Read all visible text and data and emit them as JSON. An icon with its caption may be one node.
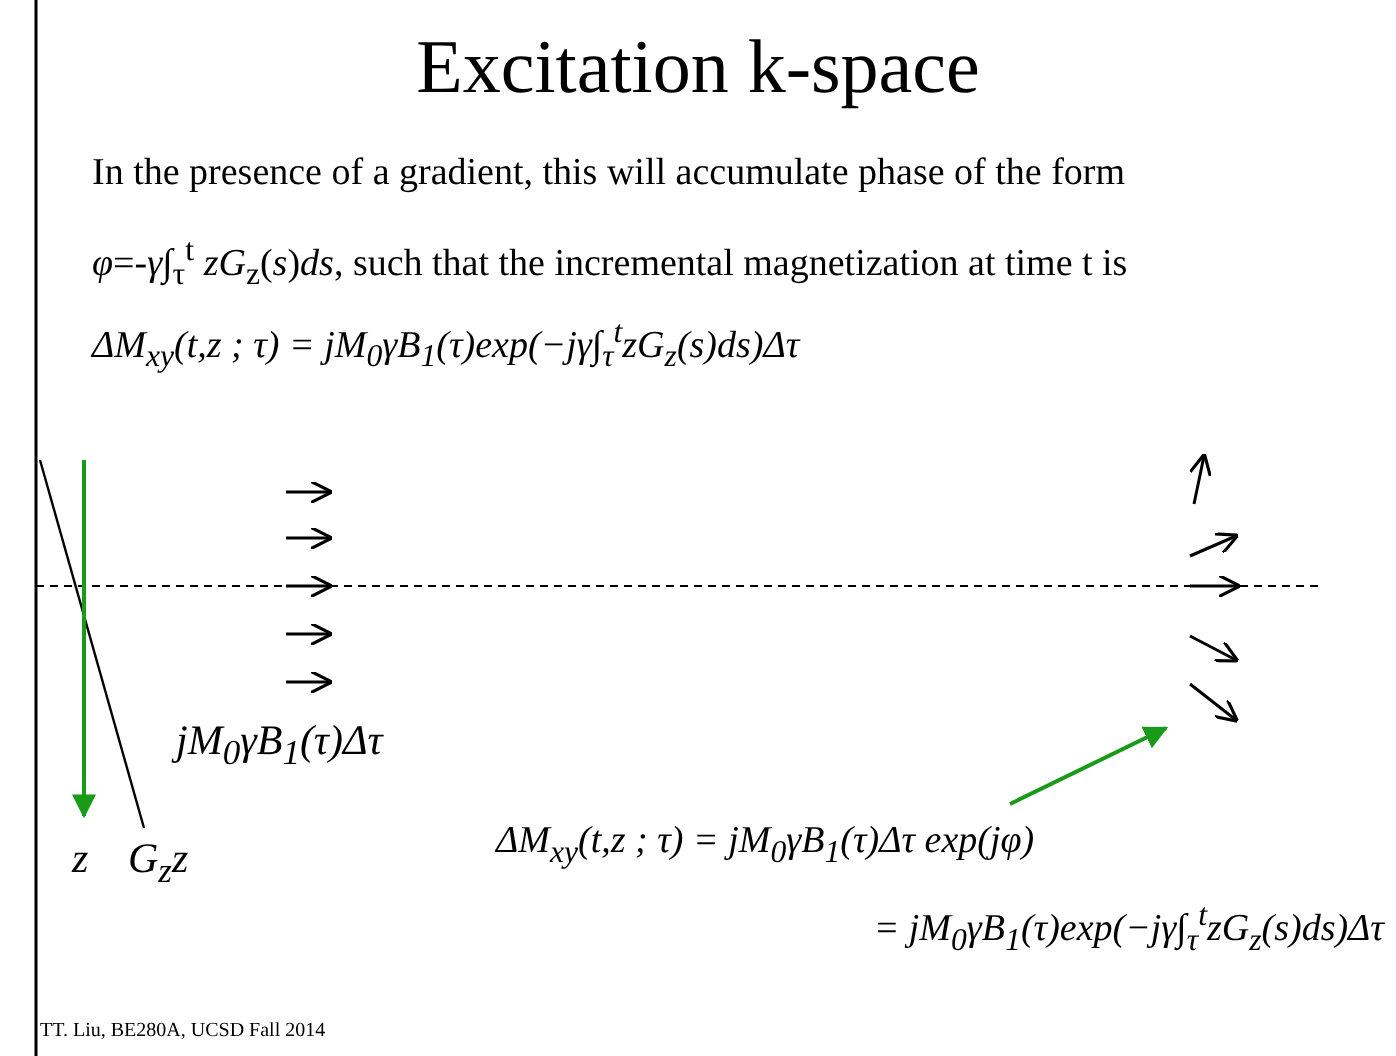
{
  "diagram": {
    "title": "Excitation k-space",
    "nodes": [
      {
        "text": [
          "ΔM$_{xy}$(t,z ; τ) = jM$_{0}$γB$_{1}$(τ)Δτ exp(jφ)",
          "= jM$_{0}$γB$_{1}$(τ)exp(−jγ∫$_{τ}$$^{t}$zG$_{z}$(s)ds)Δτ"
        ]
      },
      {
        "text": [],
        "shape": "picture"
      }
    ],
    "edges": [
      {
        "from": 0,
        "to": 1,
        "arrow": "to",
        "color": "#199a19"
      }
    ],
    "labels": [
      "In the presence of a gradient, this will accumulate phase of the form",
      "*φ*=-*γ*∫$_{τ}$$^{t}$ *zG*$_{z}$(*s*)*ds*,  such that the incremental magnetization at time t is",
      "ΔM$_{xy}$(t,z ; τ) = jM$_{0}$γB$_{1}$(τ)exp(−jγ∫$_{τ}$$^{t}$zG$_{z}$(s)ds)Δτ",
      "jM$_{0}$γB$_{1}$(τ)Δτ",
      "z",
      "G$_{z}$z",
      "TT. Liu, BE280A, UCSD Fall 2014"
    ]
  }
}
